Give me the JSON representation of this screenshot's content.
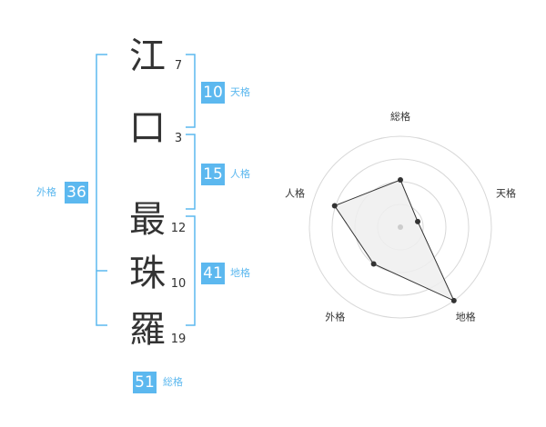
{
  "name": {
    "chars": [
      {
        "char": "江",
        "strokes": "7"
      },
      {
        "char": "口",
        "strokes": "3"
      },
      {
        "char": "最",
        "strokes": "12"
      },
      {
        "char": "珠",
        "strokes": "10"
      },
      {
        "char": "羅",
        "strokes": "19"
      }
    ]
  },
  "fortune": {
    "tenkaku": {
      "value": "10",
      "label": "天格"
    },
    "jinkaku": {
      "value": "15",
      "label": "人格"
    },
    "chikaku": {
      "value": "41",
      "label": "地格"
    },
    "gaikaku": {
      "value": "36",
      "label": "外格"
    },
    "soukaku": {
      "value": "51",
      "label": "総格"
    }
  },
  "colors": {
    "accent": "#5cb8ef",
    "text": "#333333",
    "ring": "#d8d8d8",
    "fill": "#eeeeee"
  },
  "chart_data": {
    "type": "radar",
    "axes": [
      "総格",
      "天格",
      "地格",
      "外格",
      "人格"
    ],
    "values": [
      2.6,
      1.0,
      5.0,
      2.5,
      3.8
    ],
    "rmax": 5,
    "rings": 4
  }
}
